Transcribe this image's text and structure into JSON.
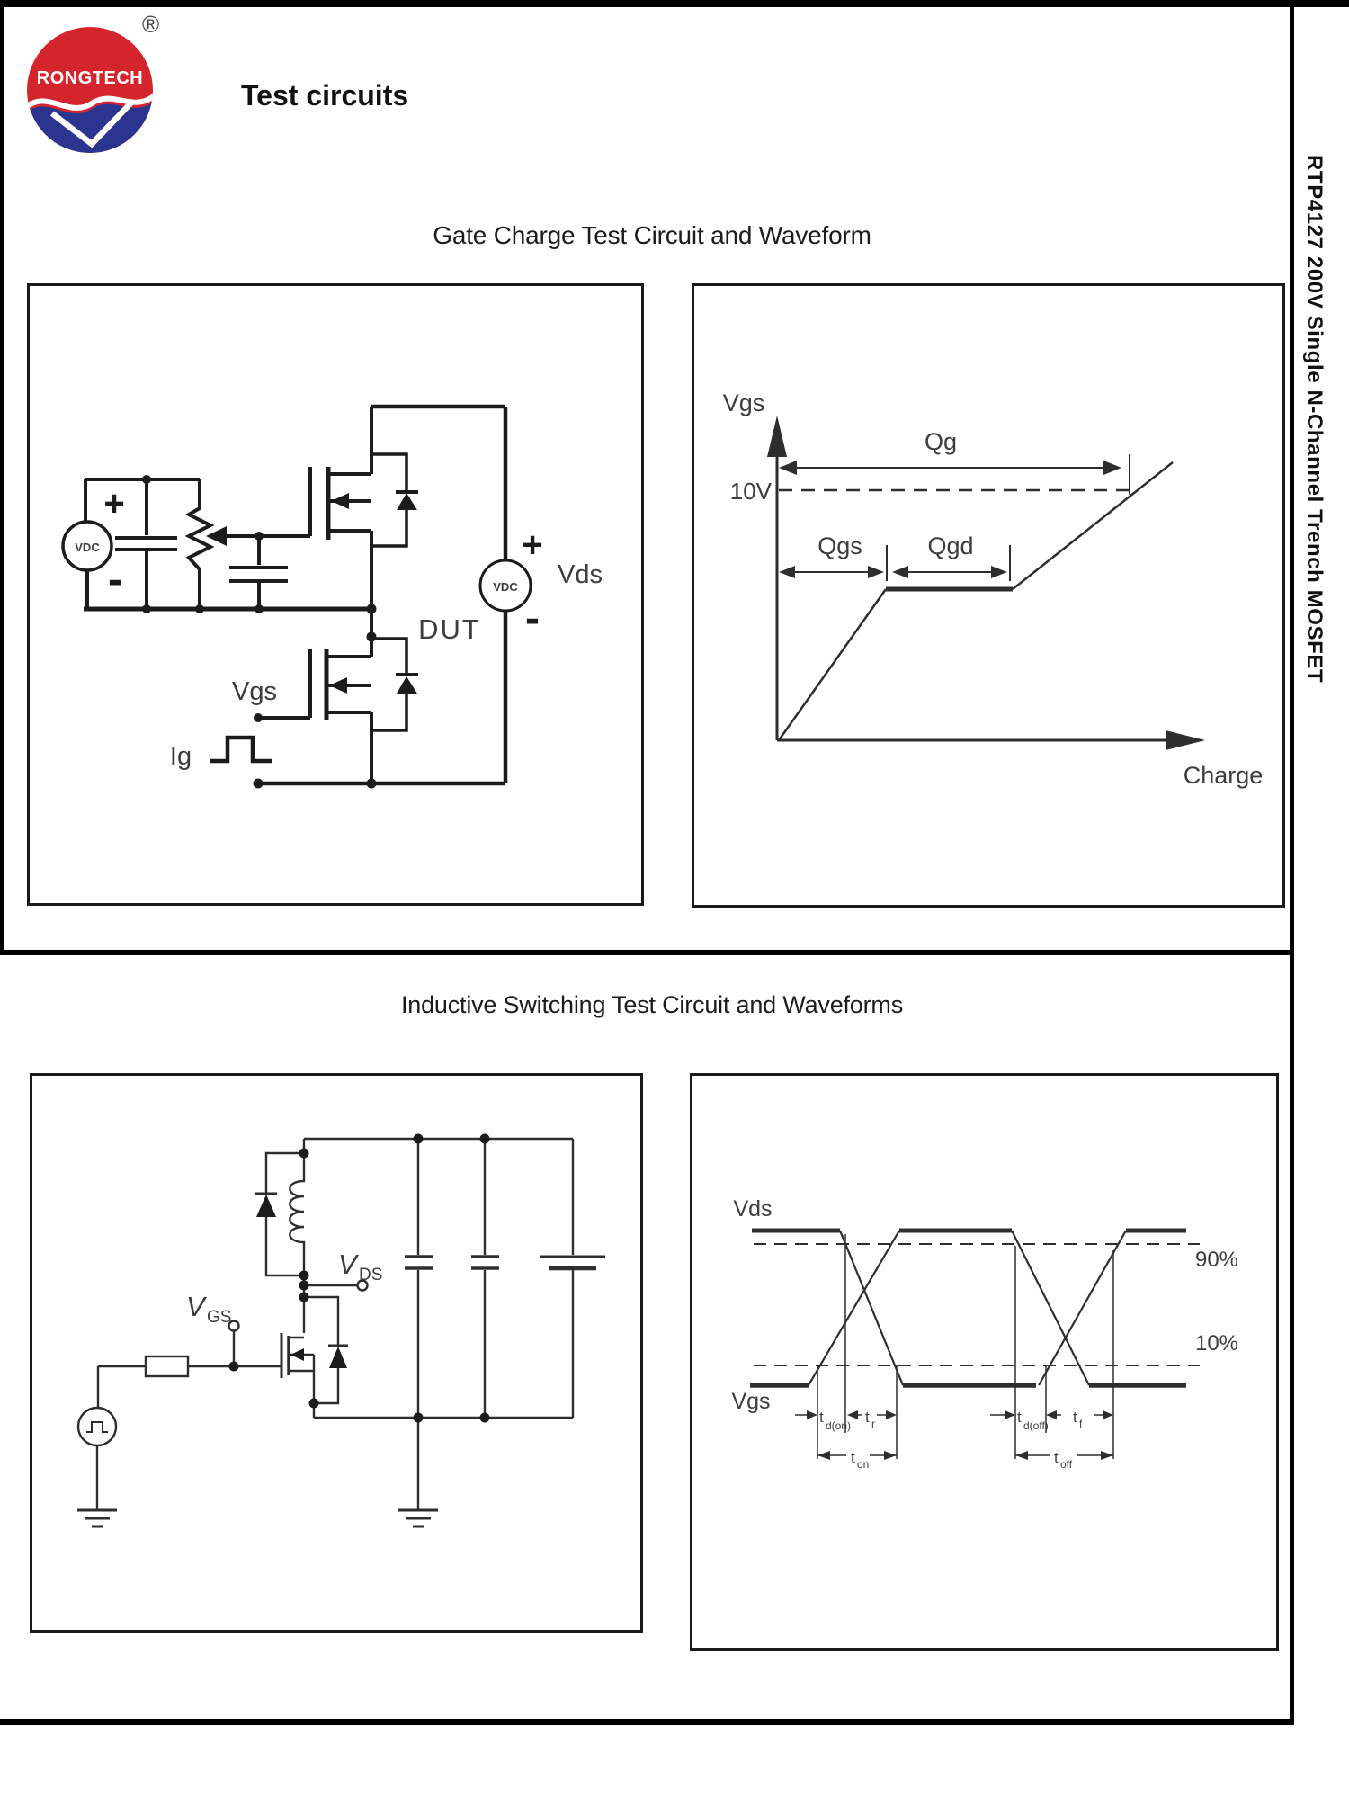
{
  "logo": {
    "brand": "RONGTECH",
    "registered": "®"
  },
  "header": {
    "title": "Test circuits"
  },
  "sidebar": {
    "part_text": "RTP4127 200V Single N-Channel Trench MOSFET"
  },
  "section1": {
    "title": "Gate Charge Test Circuit and Waveform",
    "circuit": {
      "vdc_left": "VDC",
      "plus_left": "+",
      "minus_left": "-",
      "vdc_right": "VDC",
      "plus_right": "+",
      "minus_right": "-",
      "vds": "Vds",
      "dut": "DUT",
      "vgs": "Vgs",
      "ig": "Ig"
    },
    "waveform": {
      "y_axis": "Vgs",
      "x_axis": "Charge",
      "level_10v": "10V",
      "qg": "Qg",
      "qgs": "Qgs",
      "qgd": "Qgd"
    }
  },
  "section2": {
    "title": "Inductive Switching Test Circuit and Waveforms",
    "circuit": {
      "v": "V",
      "gs_sub": "GS",
      "ds_sub": "DS"
    },
    "waveform": {
      "vds": "Vds",
      "vgs": "Vgs",
      "p90": "90%",
      "p10": "10%",
      "t": "t",
      "sub_don": "d(on)",
      "sub_r": "r",
      "sub_doff": "d(off)",
      "sub_f": "f",
      "sub_on": "on",
      "sub_off": "off"
    }
  }
}
